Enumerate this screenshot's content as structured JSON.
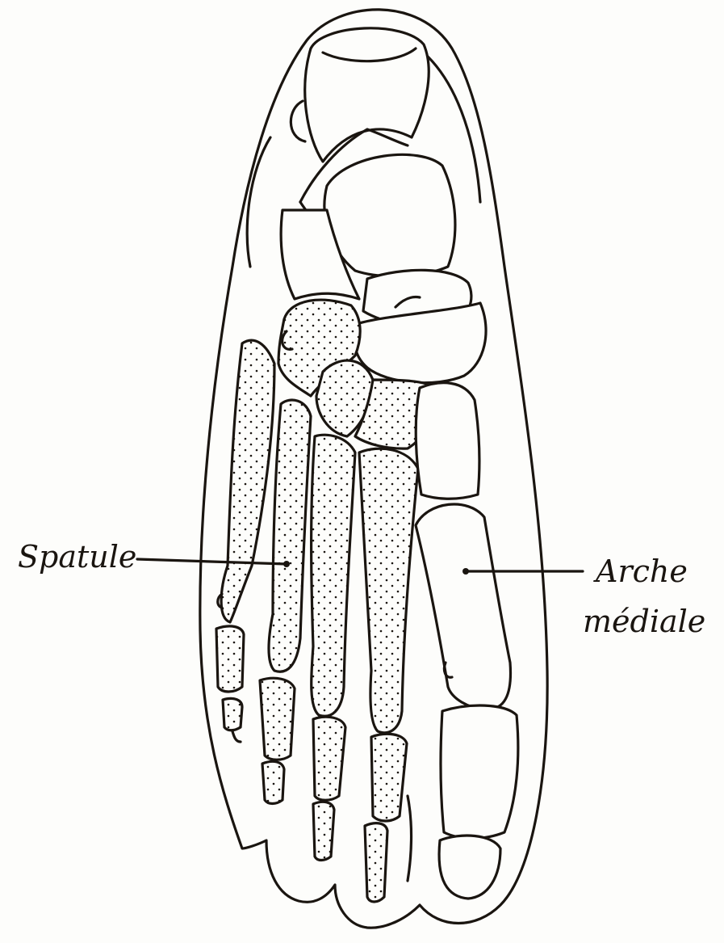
{
  "labels": {
    "left": "Spatule",
    "right_line1": "Arche",
    "right_line2": "médiale"
  },
  "colors": {
    "ink": "#1a1510",
    "paper": "#fdfdfb"
  }
}
